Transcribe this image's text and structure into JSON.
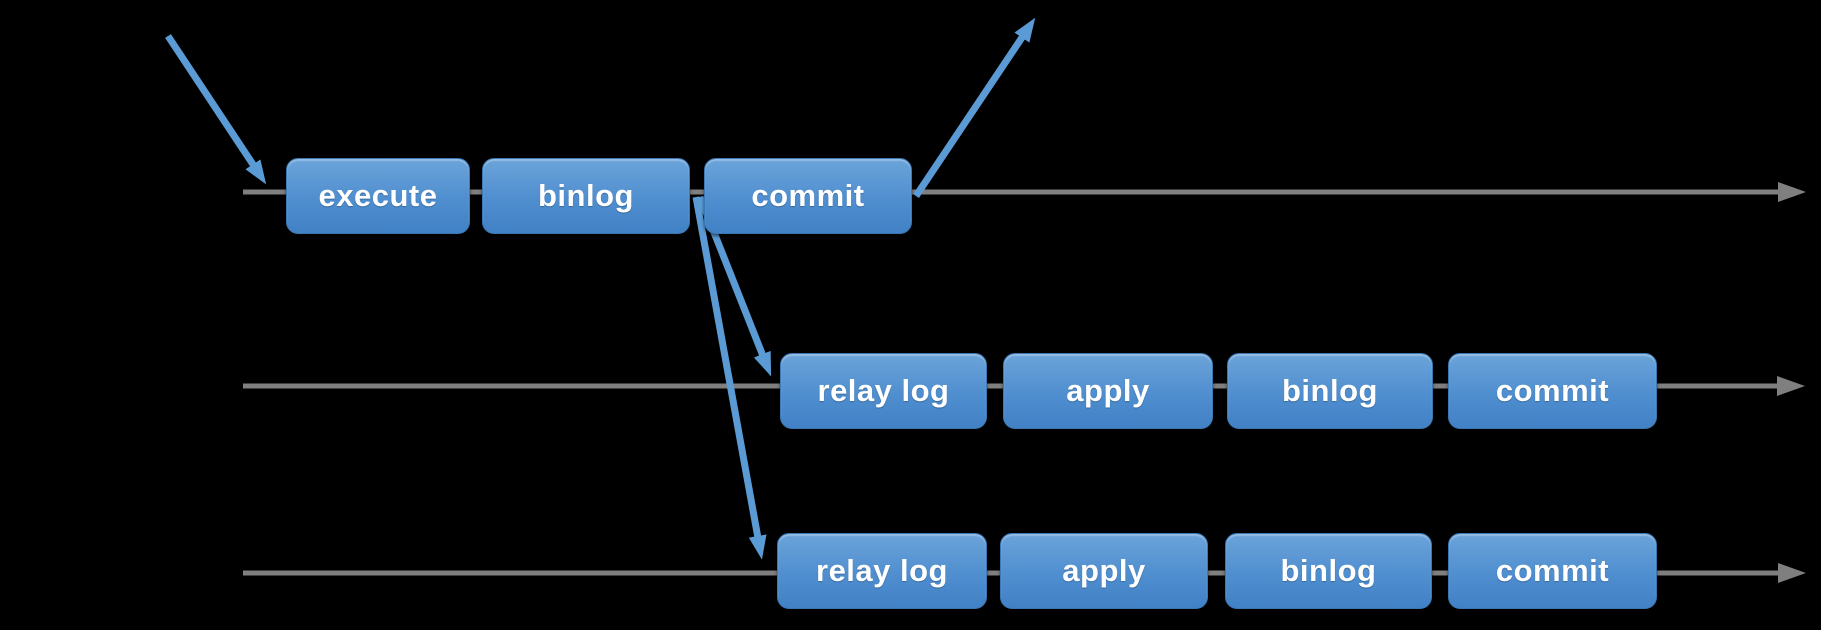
{
  "diagram": {
    "title_hint": "replication-pipeline-timelines",
    "rows": [
      {
        "name": "master-timeline",
        "boxes": {
          "execute": "execute",
          "binlog": "binlog",
          "commit": "commit"
        }
      },
      {
        "name": "slave-a-timeline",
        "boxes": {
          "relaylog": "relay log",
          "apply": "apply",
          "binlog": "binlog",
          "commit": "commit"
        }
      },
      {
        "name": "slave-b-timeline",
        "boxes": {
          "relaylog": "relay log",
          "apply": "apply",
          "binlog": "binlog",
          "commit": "commit"
        }
      }
    ],
    "arrows": [
      {
        "name": "incoming-request-arrow",
        "from": "upper-left",
        "to": "master-timeline-start"
      },
      {
        "name": "ack-response-arrow",
        "from": "master-commit",
        "to": "upper-right"
      },
      {
        "name": "replication-arrow-slave-a",
        "from": "master-binlog-commit-junction",
        "to": "slave-a-relay-log"
      },
      {
        "name": "replication-arrow-slave-b",
        "from": "master-binlog-commit-junction",
        "to": "slave-b-relay-log"
      }
    ]
  },
  "colors": {
    "background": "#000000",
    "box_top": "#6ca4da",
    "box_mid": "#4f8ecf",
    "box_bottom": "#4181c5",
    "box_border": "#3b77b2",
    "box_text": "#ffffff",
    "timeline": "#7f7f7f",
    "arrow": "#5b9bd5"
  }
}
